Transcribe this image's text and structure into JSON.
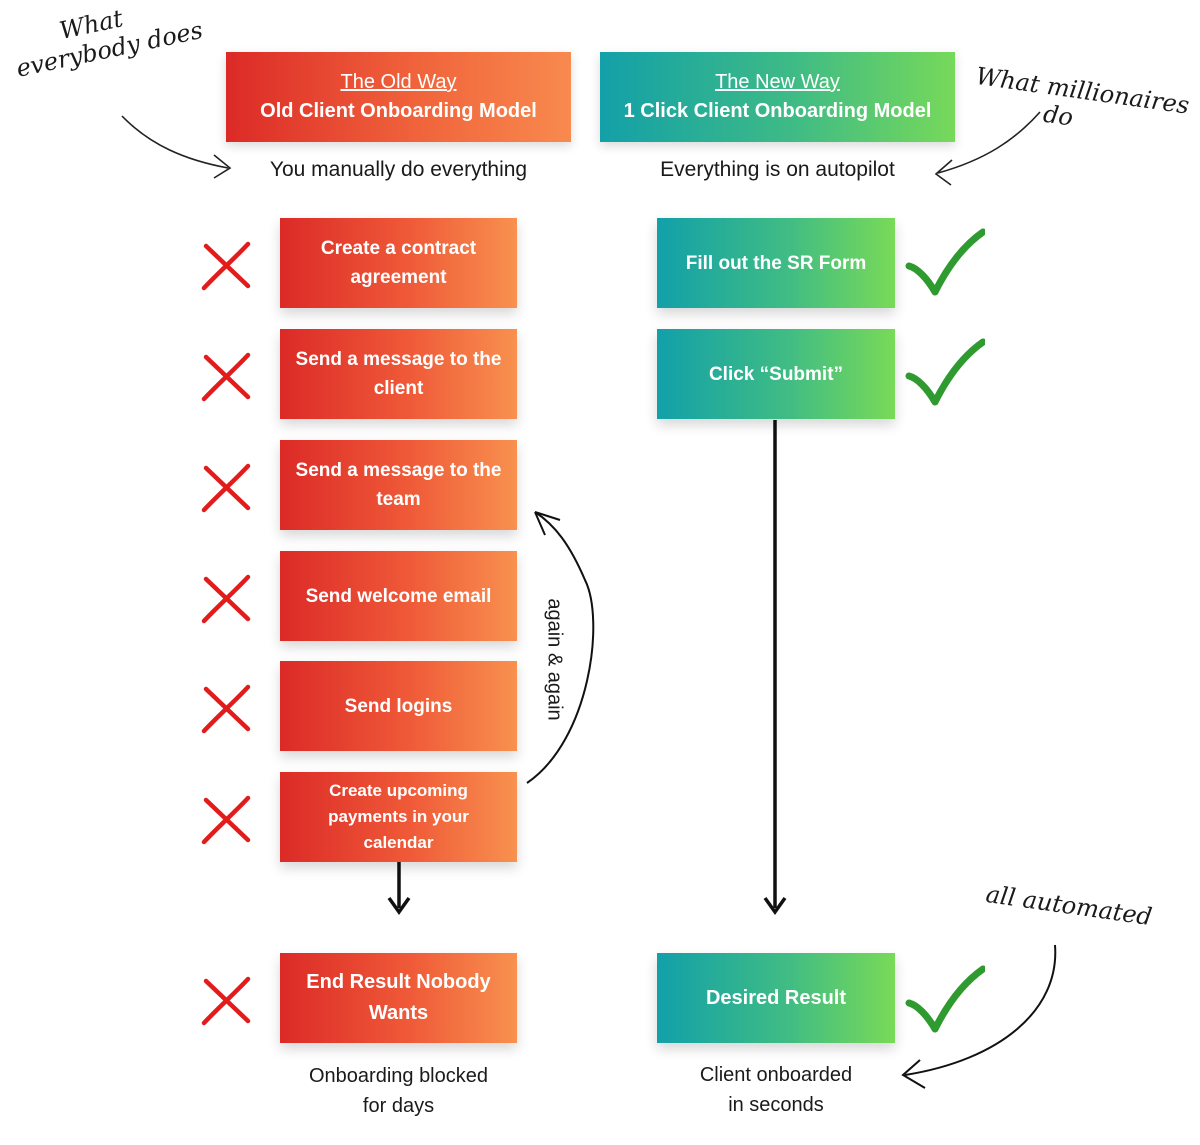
{
  "annotations": {
    "left_note_line1": "What",
    "left_note_line2": "everybody does",
    "right_note_line1": "What millionaires",
    "right_note_line2": "do",
    "loop_label": "again & again",
    "automated_note": "all automated"
  },
  "old_way": {
    "sub_title": "The Old Way",
    "title": "Old Client Onboarding Model",
    "tagline": "You manually do everything",
    "steps": [
      "Create a contract agreement",
      "Send a message to the client",
      "Send a message to the team",
      "Send welcome email",
      "Send logins",
      "Create upcoming payments in your calendar"
    ],
    "result": "End Result Nobody Wants",
    "caption_line1": "Onboarding blocked",
    "caption_line2": "for days"
  },
  "new_way": {
    "sub_title": "The New Way",
    "title": "1 Click Client Onboarding Model",
    "tagline": "Everything is on autopilot",
    "steps": [
      "Fill out the SR Form",
      "Click “Submit”"
    ],
    "result": "Desired Result",
    "caption_line1": "Client onboarded",
    "caption_line2": "in seconds"
  },
  "colors": {
    "old_gradient_start": "#dc2a27",
    "old_gradient_end": "#f88a4e",
    "new_gradient_start": "#12a0a9",
    "new_gradient_end": "#79da58",
    "x_mark": "#e21b1b",
    "check_mark": "#2f9a2f"
  },
  "icons": {
    "fail": "x-mark-icon",
    "success": "check-mark-icon"
  }
}
